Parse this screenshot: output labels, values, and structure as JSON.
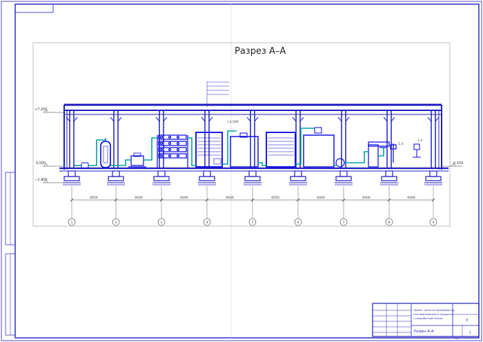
{
  "drawing": {
    "title": "Разрез А–А",
    "elevations": {
      "top": "+7,200",
      "floor": "0,000",
      "bottom": "−2,400",
      "right": "0,150"
    },
    "dimensions": [
      "6050",
      "6000",
      "6000",
      "6000",
      "6050",
      "6000",
      "6000",
      "6000"
    ],
    "axes": [
      "1",
      "2",
      "3",
      "4",
      "5",
      "6",
      "7",
      "8",
      "9"
    ],
    "labels": {
      "tank": "+1,500",
      "m1": "1.3",
      "m2": "1.4"
    }
  },
  "title_block": {
    "description_line1": "Проект цеха по производству",
    "description_line2": "пастеризованного продукта",
    "description_line3": "с разработкой линии",
    "sheet_name": "Разрез А–А",
    "sheet_num": "3",
    "sheets_total": "5",
    "format": "А1"
  },
  "colors": {
    "frame": "#1c1cbe",
    "equipment": "#0000e6",
    "pipes": "#00a0a0",
    "grid": "#b0b0b0"
  }
}
